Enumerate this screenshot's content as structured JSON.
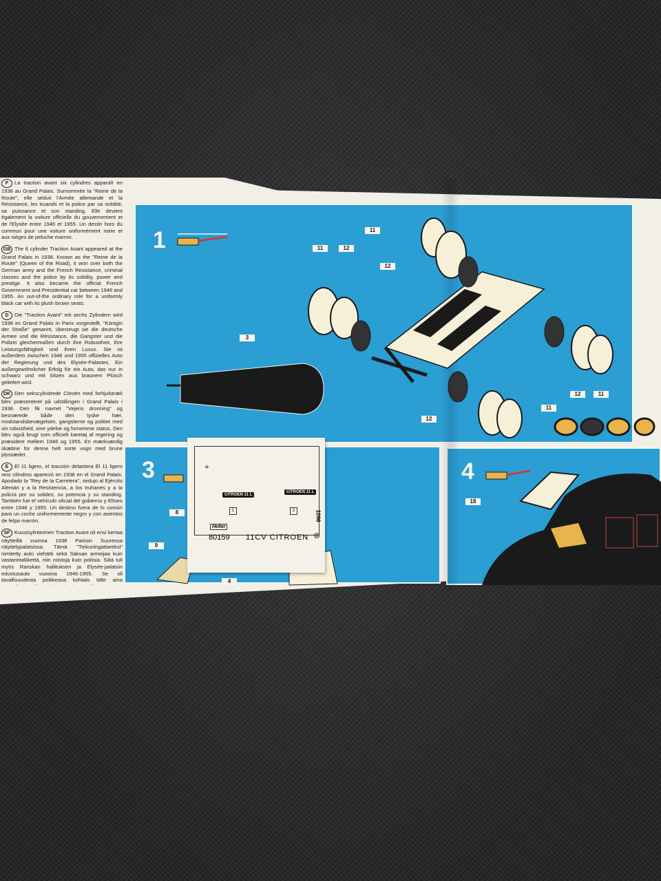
{
  "instructions": {
    "languages": [
      {
        "code": "F",
        "text": "La traction avant six cylindres apparaît en 1938 au Grand Palais. Surnommée la \"Reine de la Route\", elle séduit l'Armée allemande et la Résistance, les truands et la police par sa solidité, sa puissance et son standing. Elle devient également la voiture officielle du gouvernement et de l'Elysée entre 1946 et 1955. Un destin hors du commun pour une voiture uniformément noire et aux sièges de peluche marron."
      },
      {
        "code": "GB",
        "text": "The 6 cylinder Traction Avant appeared at the Grand Palais in 1938. Known as the \"Reine de la Route\" (Queen of the Road), it won over both the German army and the French Resistance, criminal classes and the police by its solidity, power and prestige. It also became the official French Government and Presidential car between 1946 and 1955. An out-of-the ordinary role for a uniformly black car with its plush brown seats."
      },
      {
        "code": "D",
        "text": "Die \"Traction Avant\" mit sechs Zylindern wird 1938 im Grand Palais in Paris vorgestellt. \"Königin der Straße\" genannt, überzeugt sie die deutsche Armee und die Résistance, die Gangster und die Polizei gleichermaßen durch ihre Robustheit, ihre Leistungsfähigkeit und ihren Luxus. Sie ist außerdem zwischen 1946 und 1955 offizielles Auto der Regierung und des Elysée-Palastes. Ein außergewöhnlicher Erfolg für ein Auto, das nur in schwarz und mit Sitzen aus braunem Plüsch geliefert wird."
      },
      {
        "code": "DK",
        "text": "Den sekscylindrede Citroën med forhjulstræk blev præsenteret på udstillingen i Grand Palais i 1938. Den fik navnet \"Vejens dronning\" og besnærede både den tyske hær, modstandsbevægelsen, gangsterne og politiet med sin robusthed, sine ydelse og fornemme status. Den blev også brugt som officielt køretøj af regering og præsident mellem 1946 og 1955. En mærkværdig skæbne for denne helt sorte vogn med brune plyssæder."
      },
      {
        "code": "E",
        "text": "El 11 ligero, el tracción delantera El 11 ligero seis cilindros apareció en 1938 en el Grand Palais. Apodado la \"Rey de la Carretera\", sedujo al Ejército Alemán y a la Resistencia, a los truhanes y a la policía por su solidez, su potencia y su standing. También fue el vehículo oficial del gobierno y Elíseo entre 1946 y 1955. Un destino fuera de lo común para un coche uniformemente negro y con asientos de felpa marrón."
      },
      {
        "code": "SF",
        "text": "Kuusisylinterinen Traction Avant oli ensi kertaa näytteillä vuonna 1938 Pariisin Suuressa näyttelypalatsissa. Tämä \"Tiekuningattareksi\" nimitetty auto viehätti sekä Saksan armeijaa kuin vastarintaliikettä, niin roistoja kuin poliisia. Siitä tuli myös Ranskan hallituksen ja Elysée-palatsin edustusauto vuosina 1946-1955. Se oli tavallisuudesta poikkeava kohtalo tälle aina mustalle autolle, jonka istuimet olivat ruskeaa plyysiä."
      }
    ]
  },
  "steps": [
    {
      "number": "1"
    },
    {
      "number": "3"
    },
    {
      "number": "4"
    }
  ],
  "callouts": {
    "wheel_a": "11",
    "wheel_b": "12",
    "chassis": "3",
    "r_top": "11",
    "r_top2": "12",
    "r_mid": "12",
    "r_mid2": "11",
    "bottom_a": "12",
    "bottom_b": "11",
    "s3_a": "8",
    "s3_b": "9",
    "s3_c": "4",
    "s4_a": "18"
  },
  "decal_sheet": {
    "plate_a": "CITROEN 11 L",
    "plate_b": "CITROEN 11 L",
    "box_a": "1",
    "box_b": "2",
    "brand": "Heller",
    "code": "80159",
    "model": "11CV  CITROEN",
    "side_code": "1096"
  },
  "colors": {
    "panel_blue": "#2b9ed4",
    "paper": "#f1efe6",
    "ink": "#1a1a1a",
    "background_fabric": "#2c2c2e"
  }
}
